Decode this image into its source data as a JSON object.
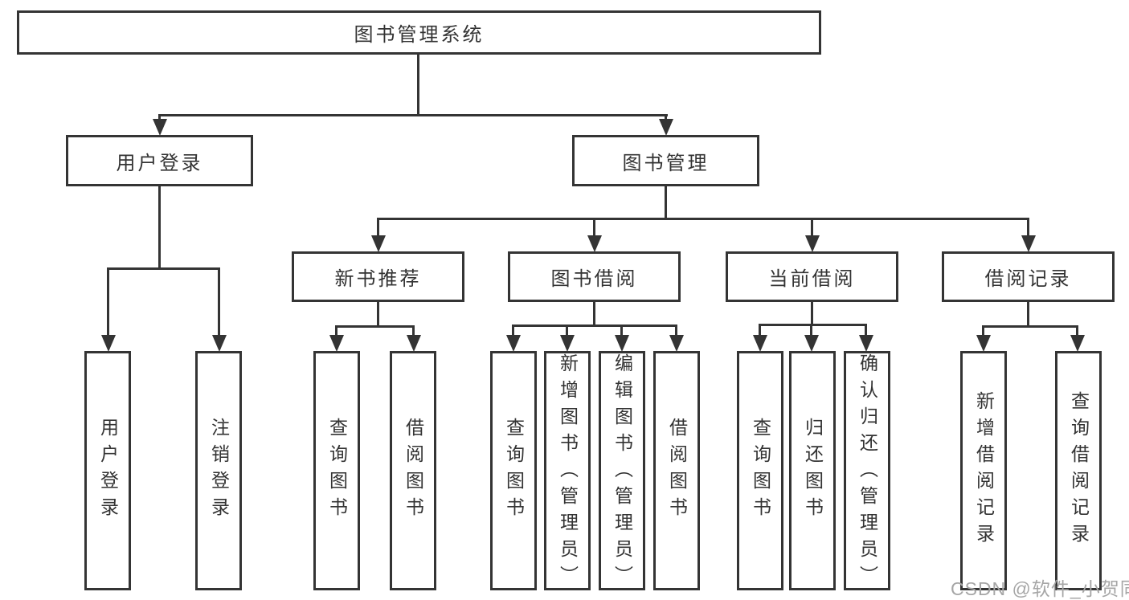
{
  "chart": {
    "title": "图书管理系统",
    "branches": [
      {
        "label": "用户登录",
        "leaves": [
          "用户登录",
          "注销登录"
        ]
      },
      {
        "label": "图书管理",
        "groups": [
          {
            "label": "新书推荐",
            "leaves": [
              "查询图书",
              "借阅图书"
            ]
          },
          {
            "label": "图书借阅",
            "leaves": [
              "查询图书",
              "新增图书（管理员）",
              "编辑图书（管理员）",
              "借阅图书"
            ]
          },
          {
            "label": "当前借阅",
            "leaves": [
              "查询图书",
              "归还图书",
              "确认归还（管理员）"
            ]
          },
          {
            "label": "借阅记录",
            "leaves": [
              "新增借阅记录",
              "查询借阅记录"
            ]
          }
        ]
      }
    ]
  },
  "watermark": {
    "text": "CSDN @软件_小贺同学"
  },
  "colors": {
    "line": "#343434",
    "text": "#333333",
    "watermark": "#a6a6a6",
    "background": "#ffffff"
  }
}
